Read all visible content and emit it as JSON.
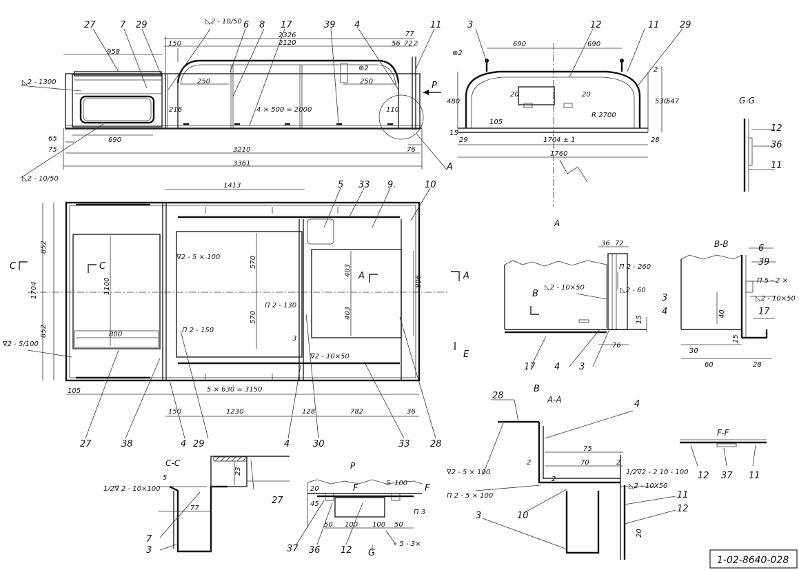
{
  "drawing_code": "1-02-8640-028",
  "section_titles": {
    "gg": "G-G",
    "a": "A",
    "bb": "B-B",
    "aa": "A-A",
    "cc": "C-C",
    "p": "P",
    "ff": "F-F"
  },
  "view_markers": {
    "p_arrow": "P",
    "a_circle": "A",
    "c_left": "C",
    "c_inner": "C",
    "a_inner": "A",
    "a_right": "A",
    "b_under": "B",
    "e_mark": "E",
    "b_inner": "B",
    "f_mark": "F",
    "g_mark": "G",
    "f_right": "F"
  },
  "top_view": {
    "callouts": [
      "27",
      "7",
      "29",
      "6",
      "8",
      "17",
      "39",
      "4",
      "11"
    ],
    "dims": [
      "958",
      "150",
      "2326",
      "2120",
      "77",
      "56",
      "72",
      "2",
      "250",
      "250",
      "216",
      "4 × 500 = 2000",
      "110",
      "65",
      "690",
      "75",
      "3210",
      "76",
      "3361"
    ],
    "weld_notes": [
      "◺2 - 10/50",
      "◺2 - 1300",
      "◺2 - 10/50"
    ],
    "leader_note": "⊕2"
  },
  "side_view": {
    "callouts": [
      "3",
      "12",
      "11",
      "29"
    ],
    "dims": [
      "690",
      "690",
      "⊕2",
      "2",
      "480",
      "20",
      "20",
      "R 2700",
      "530",
      "547",
      "105",
      "15",
      "29",
      "1704 ± 1",
      "28",
      "1760"
    ]
  },
  "gg_view": {
    "callouts": [
      "12",
      "36",
      "11"
    ]
  },
  "plan_view": {
    "callouts_top": [
      "5",
      "33",
      "9.",
      "10"
    ],
    "callouts_bottom": [
      "27",
      "38",
      "4",
      "29",
      "4",
      "30",
      "33",
      "28"
    ],
    "dims": [
      "1413",
      "852",
      "1704",
      "852",
      "1100",
      "800",
      "570",
      "570",
      "403",
      "403",
      "806",
      "105",
      "5 × 630 = 3150",
      "150",
      "1230",
      "128",
      "782",
      "36",
      "3"
    ],
    "weld_notes": [
      "∇2 - 5 × 100",
      "Π 2 - 130",
      "Π 2 - 150",
      "∇2 - 5/100",
      "∇2 - 10×50"
    ]
  },
  "a_view": {
    "dims": [
      "36",
      "72",
      "15",
      "76"
    ],
    "weld_notes": [
      "Π 2 - 260",
      "◺2 - 10×50",
      "◺2 - 60"
    ],
    "callouts": [
      "17",
      "4",
      "3"
    ]
  },
  "bb_view": {
    "callouts": [
      "6",
      "39",
      "3",
      "4",
      "17"
    ],
    "dims": [
      "40",
      "15",
      "30",
      "60",
      "28"
    ],
    "weld_notes": [
      "Π 5 - 2 ×",
      "◺2 - 10×50"
    ]
  },
  "aa_view": {
    "callouts": [
      "28",
      "4",
      "3",
      "10",
      "11",
      "12"
    ],
    "dims": [
      "75",
      "70",
      "2",
      "2",
      "2",
      "20"
    ],
    "weld_notes": [
      "∇2 - 5 × 100",
      "1/2∇2 - 2  10 - 100",
      "◺2 - 10X50",
      "Π 2 - 5 × 100"
    ]
  },
  "ff_view": {
    "callouts": [
      "12",
      "37",
      "11"
    ]
  },
  "cc_view": {
    "callouts": [
      "27",
      "7",
      "3"
    ],
    "dims": [
      "5",
      "23",
      "77"
    ],
    "weld_notes": [
      "1/2∇ 2 - 10×100"
    ]
  },
  "p_view": {
    "callouts": [
      "37",
      "36",
      "12"
    ],
    "dims": [
      "20",
      "45",
      "100",
      "50",
      "100",
      "100",
      "50"
    ],
    "weld_notes": [
      "Π 3",
      "∘ 5 - 3×",
      "5"
    ]
  }
}
